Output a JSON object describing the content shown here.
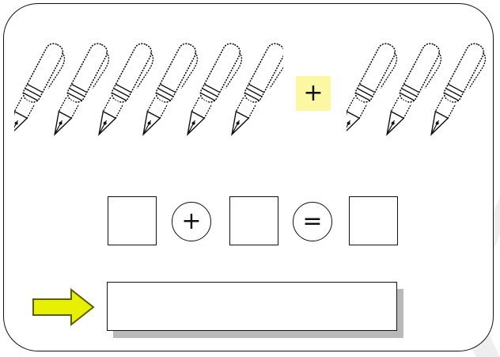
{
  "worksheet": {
    "left_group": {
      "item": "fountain-pen",
      "count": 6
    },
    "right_group": {
      "item": "fountain-pen",
      "count": 3
    },
    "operator_badge": "+",
    "equation": {
      "operator_plus": "+",
      "operator_equals": "=",
      "blank_boxes": 3
    },
    "answer_box": {
      "value": ""
    }
  },
  "colors": {
    "badge_fill": "#fbf7a2",
    "arrow_fill": "#e6f000",
    "arrow_stroke": "#5c5c00",
    "shadow": "#b9b9b9",
    "chevron": "#eeeeee",
    "ink": "#111111"
  },
  "icons": {
    "pen": "fountain-pen-icon",
    "arrow": "right-arrow-icon"
  }
}
